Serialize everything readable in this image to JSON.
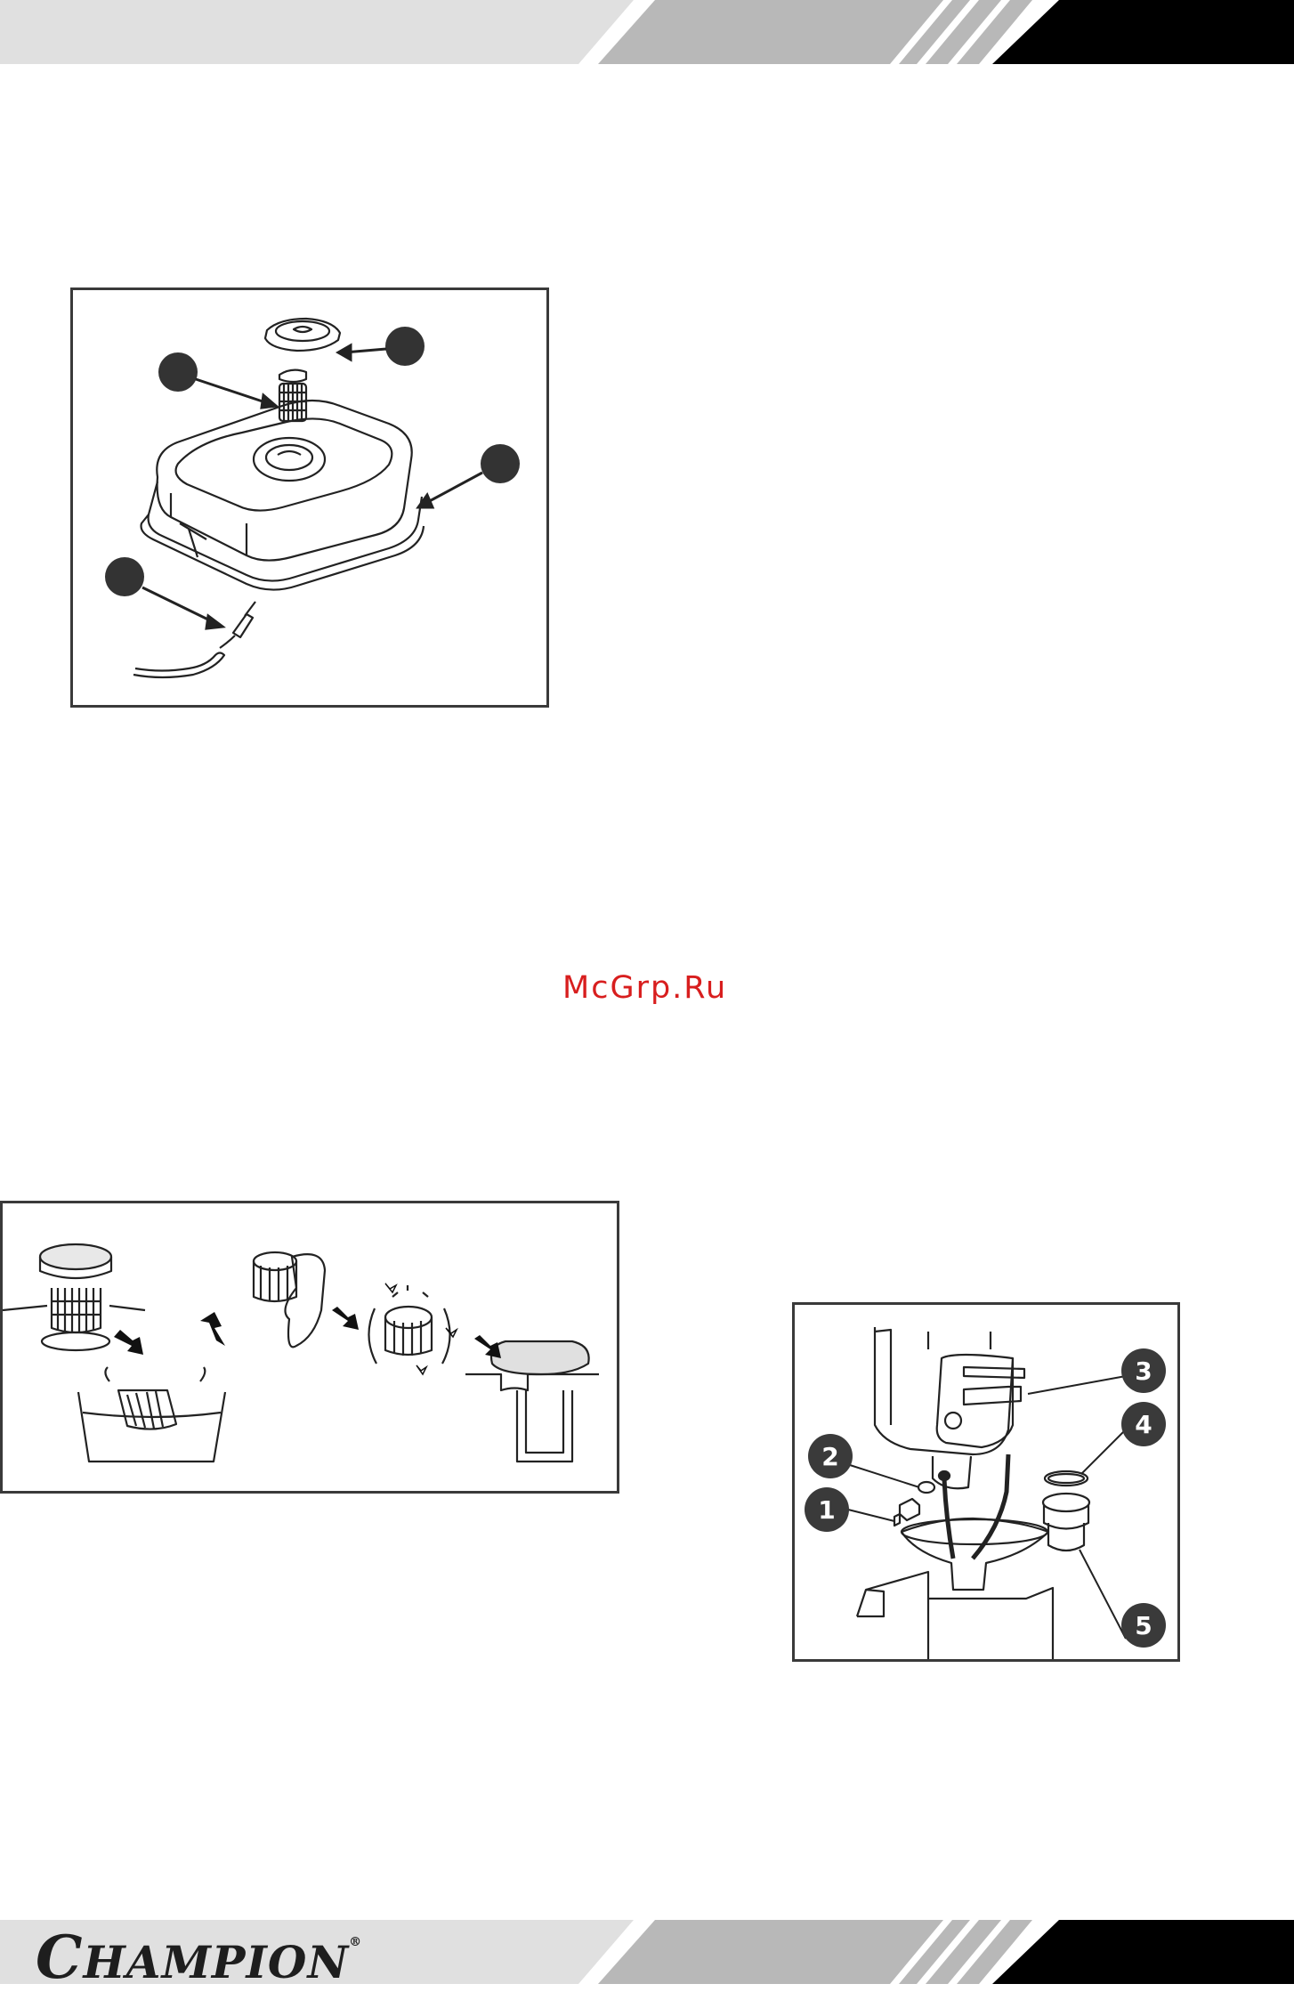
{
  "header": {
    "band_colors": {
      "light": "#e0e0e0",
      "mid": "#b8b8b8",
      "dark": "#000000"
    }
  },
  "watermark": {
    "text": "McGrp.Ru",
    "color": "#d81e1e"
  },
  "figures": {
    "tank": {
      "callout_color": "#333333"
    },
    "filter": {},
    "drain": {
      "callouts": [
        {
          "number": "1"
        },
        {
          "number": "2"
        },
        {
          "number": "3"
        },
        {
          "number": "4"
        },
        {
          "number": "5"
        }
      ]
    }
  },
  "footer": {
    "brand_first": "C",
    "brand_rest": "HAMPION",
    "brand_mark": "®"
  }
}
